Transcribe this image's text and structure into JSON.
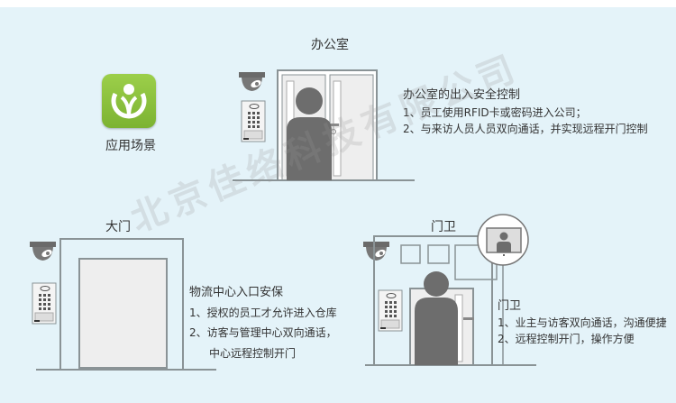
{
  "app_icon": {
    "label": "应用场景",
    "color": "#8cc43c",
    "icon": "wikimedia-like-logo-icon"
  },
  "office": {
    "title": "办公室",
    "desc_title": "办公室的出入安全控制",
    "lines": [
      "1、员工使用RFID卡或密码进入公司；",
      "2、与来访人员人员双向通话，并实现远程开门控制"
    ]
  },
  "gate": {
    "title": "大门",
    "desc_title": "物流中心入口安保",
    "lines": [
      "1、授权的员工才允许进入仓库",
      "2、访客与管理中心双向通话，",
      "中心远程控制开门"
    ]
  },
  "guard": {
    "title": "门卫",
    "desc_title": "门卫",
    "lines": [
      "1、业主与访客双向通话，沟通便捷",
      "2、远程控制开门，操作方便"
    ]
  },
  "watermark": "北京佳络科技有限公司",
  "colors": {
    "background": "#e4f3f9",
    "line": "#8a9396",
    "person": "#6d6d6d",
    "door": "#eeeeee"
  }
}
